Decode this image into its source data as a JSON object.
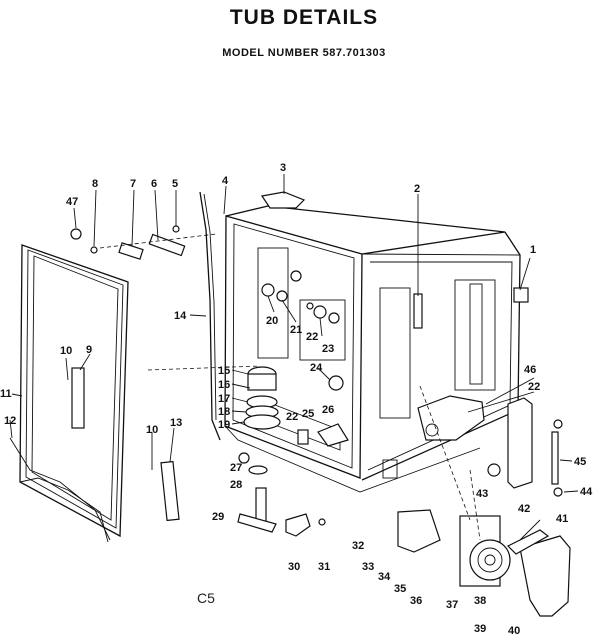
{
  "title": "TUB DETAILS",
  "model_number": "MODEL NUMBER 587.701303",
  "page_code": "C5",
  "callouts": [
    "1",
    "2",
    "3",
    "4",
    "5",
    "6",
    "7",
    "8",
    "47",
    "9",
    "10",
    "11",
    "12",
    "13",
    "10",
    "14",
    "15",
    "16",
    "17",
    "18",
    "19",
    "20",
    "21",
    "22",
    "23",
    "24",
    "22",
    "25",
    "26",
    "27",
    "28",
    "29",
    "30",
    "31",
    "32",
    "33",
    "34",
    "35",
    "36",
    "37",
    "38",
    "39",
    "40",
    "41",
    "42",
    "43",
    "44",
    "45",
    "46",
    "22"
  ]
}
